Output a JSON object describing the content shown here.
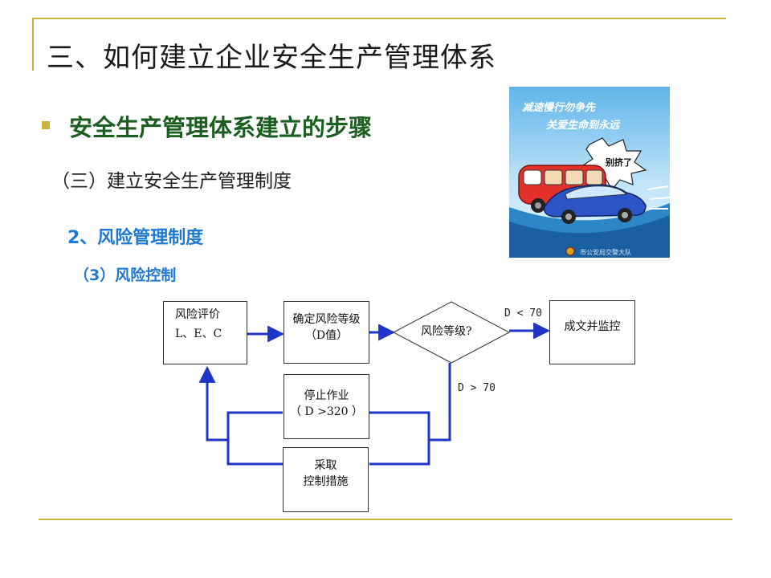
{
  "slide": {
    "title": "三、如何建立企业安全生产管理体系",
    "heading": "安全生产管理体系建立的步骤",
    "sub": "（三）建立安全生产管理制度",
    "sub2": "2、风险管理制度",
    "sub3": "（3）风险控制"
  },
  "poster": {
    "line1": "减速慢行勿争先",
    "line2": "关爱生命到永远",
    "bubble": "别挤了",
    "footer": "市公安局交警大队"
  },
  "flowchart": {
    "assess": {
      "line1": "风险评价",
      "line2": "L、E、C"
    },
    "grade": {
      "line1": "确定风险等级",
      "line2": "（D值）"
    },
    "decision": "风险等级?",
    "monitor": "成文并监控",
    "stop": {
      "line1": "停止作业",
      "line2": "（ D >320 ）"
    },
    "measures": {
      "line1": "采取",
      "line2": "控制措施"
    },
    "cond_low": "D < 70",
    "cond_high": "D > 70"
  },
  "colors": {
    "rule": "#c9b33a",
    "heading": "#1b5e20",
    "accent_blue": "#1e78d8",
    "arrow": "#1f35c8"
  }
}
